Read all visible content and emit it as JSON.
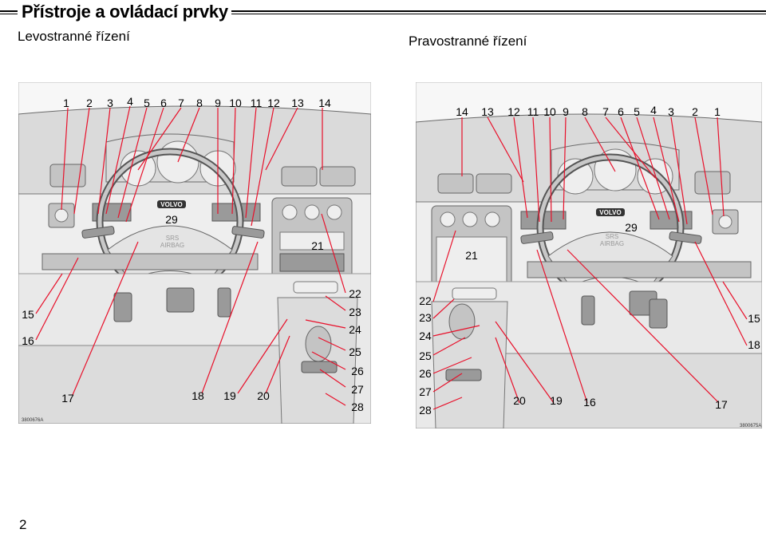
{
  "page": {
    "title": "Přístroje a ovládací prvky",
    "page_number": "2"
  },
  "lhd": {
    "title": "Levostranné řízení",
    "image_code": "3800676A",
    "wheel_badge": "VOLVO",
    "srs_text": "SRS",
    "airbag_text": "AIRBAG",
    "labels": {
      "n1": "1",
      "n2": "2",
      "n3": "3",
      "n4": "4",
      "n5": "5",
      "n6": "6",
      "n7": "7",
      "n8": "8",
      "n9": "9",
      "n10": "10",
      "n11": "11",
      "n12": "12",
      "n13": "13",
      "n14": "14",
      "n15": "15",
      "n16": "16",
      "n17": "17",
      "n18": "18",
      "n19": "19",
      "n20": "20",
      "n21": "21",
      "n22": "22",
      "n23": "23",
      "n24": "24",
      "n25": "25",
      "n26": "26",
      "n27": "27",
      "n28": "28",
      "n29": "29"
    }
  },
  "rhd": {
    "title": "Pravostranné řízení",
    "image_code": "3800675A",
    "wheel_badge": "VOLVO",
    "srs_text": "SRS",
    "airbag_text": "AIRBAG",
    "labels": {
      "n1": "1",
      "n2": "2",
      "n3": "3",
      "n4": "4",
      "n5": "5",
      "n6": "6",
      "n7": "7",
      "n8": "8",
      "n9": "9",
      "n10": "10",
      "n11": "11",
      "n12": "12",
      "n13": "13",
      "n14": "14",
      "n15": "15",
      "n16": "16",
      "n17": "17",
      "n18": "18",
      "n19": "19",
      "n20": "20",
      "n21": "21",
      "n22": "22",
      "n23": "23",
      "n24": "24",
      "n25": "25",
      "n26": "26",
      "n27": "27",
      "n28": "28",
      "n29": "29"
    }
  },
  "colors": {
    "callout": "#e8102a",
    "outline": "#555555",
    "fill_light": "#eeeeee",
    "fill_mid": "#c4c4c4"
  }
}
